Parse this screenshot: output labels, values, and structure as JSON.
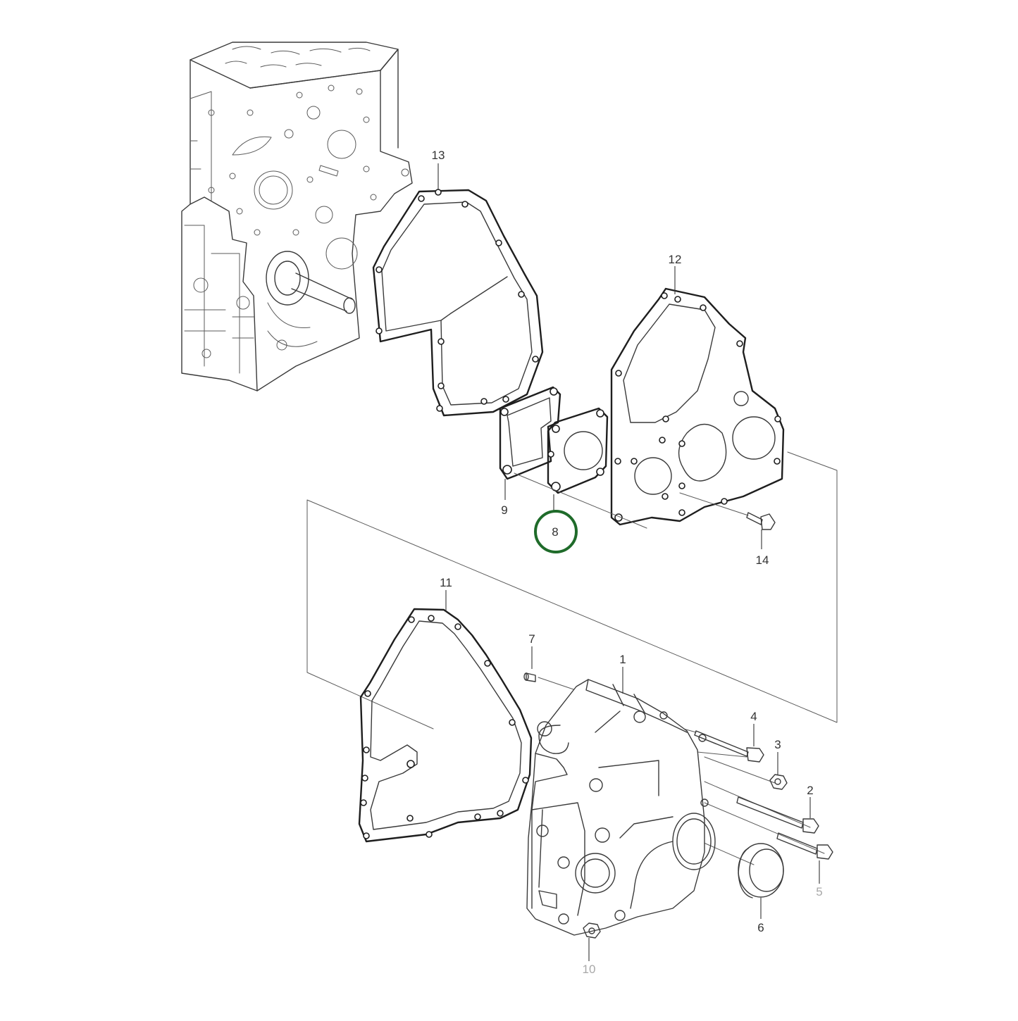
{
  "diagram": {
    "callouts": [
      {
        "id": "13",
        "label": "13"
      },
      {
        "id": "12",
        "label": "12"
      },
      {
        "id": "9",
        "label": "9"
      },
      {
        "id": "8",
        "label": "8",
        "highlighted": true
      },
      {
        "id": "14",
        "label": "14"
      },
      {
        "id": "11",
        "label": "11"
      },
      {
        "id": "7",
        "label": "7"
      },
      {
        "id": "1",
        "label": "1"
      },
      {
        "id": "4",
        "label": "4"
      },
      {
        "id": "3",
        "label": "3"
      },
      {
        "id": "2",
        "label": "2"
      },
      {
        "id": "5",
        "label": "5",
        "muted": true
      },
      {
        "id": "6",
        "label": "6"
      },
      {
        "id": "10",
        "label": "10",
        "muted": true
      }
    ],
    "highlight_color": "#1f6b2a"
  }
}
